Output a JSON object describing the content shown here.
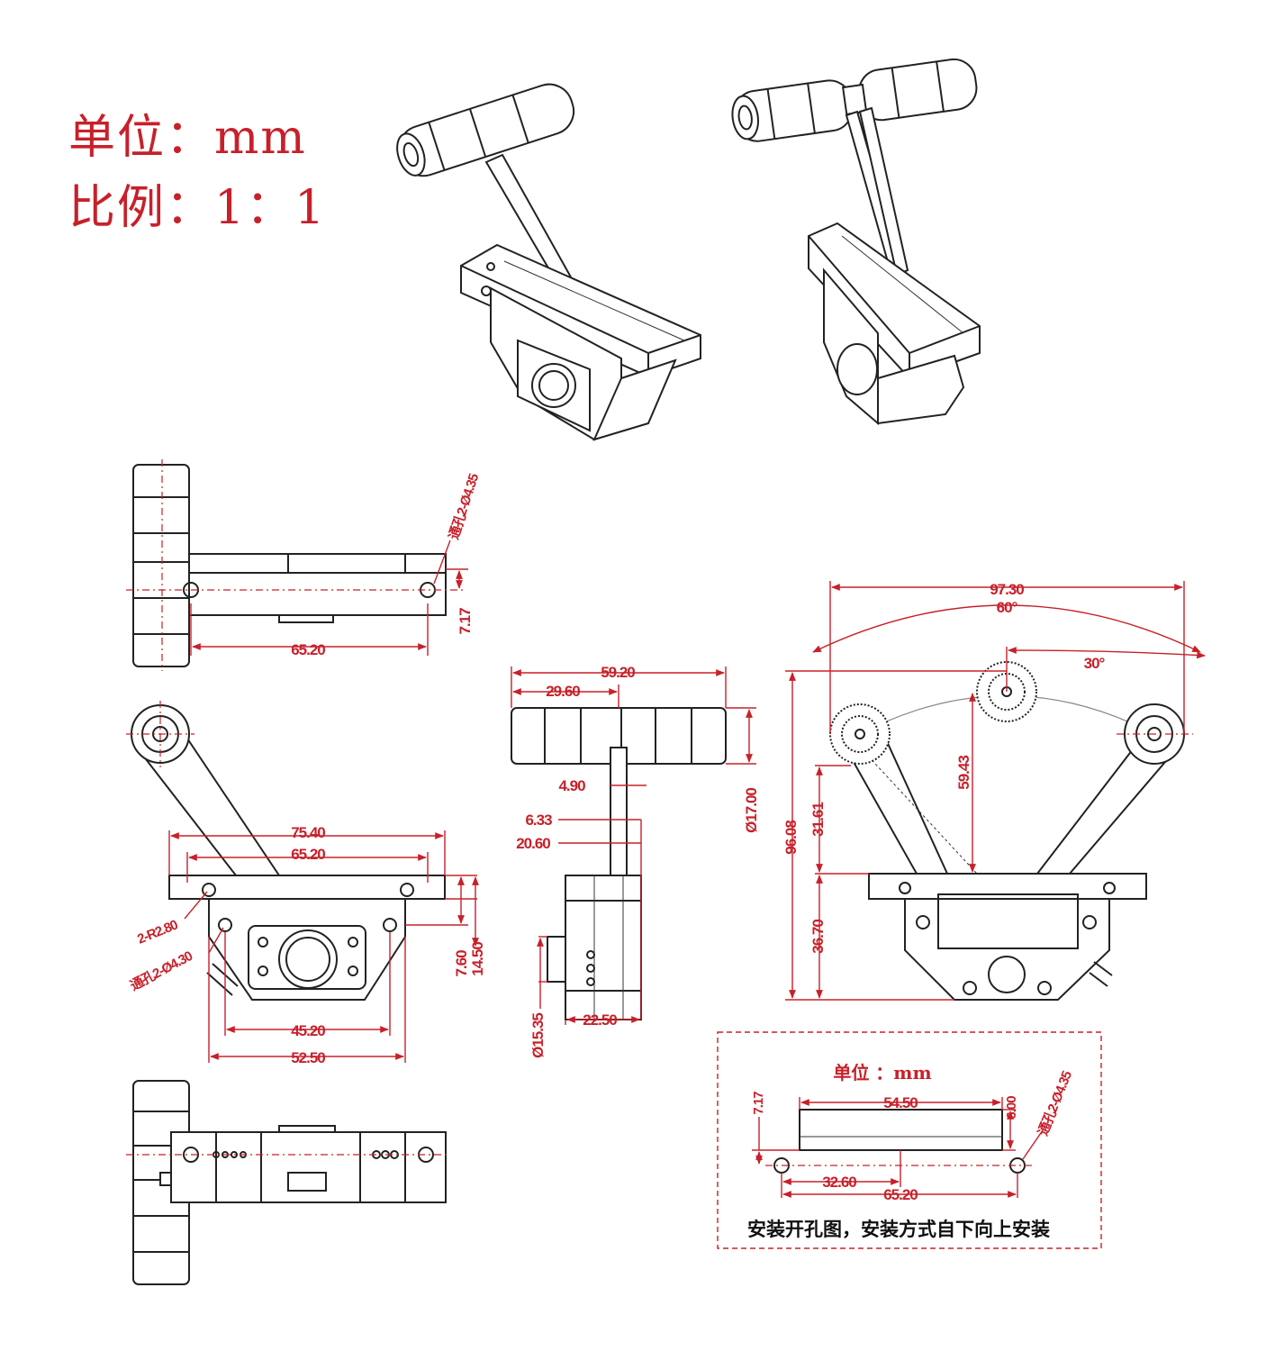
{
  "header": {
    "unit_label": "单位：",
    "unit_value": "mm",
    "scale_label": "比例：",
    "scale_value": "1：1"
  },
  "dimensions": {
    "top_view": {
      "hole_note": "通孔2-Ø4.35",
      "length": "65.20",
      "offset": "7.17"
    },
    "front_view": {
      "width_outer": "75.40",
      "width_holes": "65.20",
      "radius": "2-R2.80",
      "hole_note": "通孔2-Ø4.30",
      "height_a": "7.60",
      "height_b": "14.50",
      "bottom_inner": "45.20",
      "bottom_outer": "52.50"
    },
    "side_view": {
      "overall": "59.20",
      "grip_half": "29.60",
      "shaft": "4.90",
      "step": "6.33",
      "offset": "20.60",
      "grip_dia": "Ø17.00",
      "knob_dia": "Ø15.35",
      "base": "22.50"
    },
    "arc_view": {
      "width": "97.30",
      "angle_full": "60°",
      "angle_half": "30°",
      "height_total": "96.08",
      "height_upper": "31.61",
      "height_pivot": "59.43",
      "height_lower": "36.70"
    },
    "cutout": {
      "unit": "单位 ：mm",
      "slot_length": "54.50",
      "slot_width": "6.00",
      "offset": "7.17",
      "hole_note": "通孔2-Ø4.35",
      "center": "32.60",
      "spacing": "65.20",
      "note": "安装开孔图，安装方式自下向上安装"
    }
  }
}
